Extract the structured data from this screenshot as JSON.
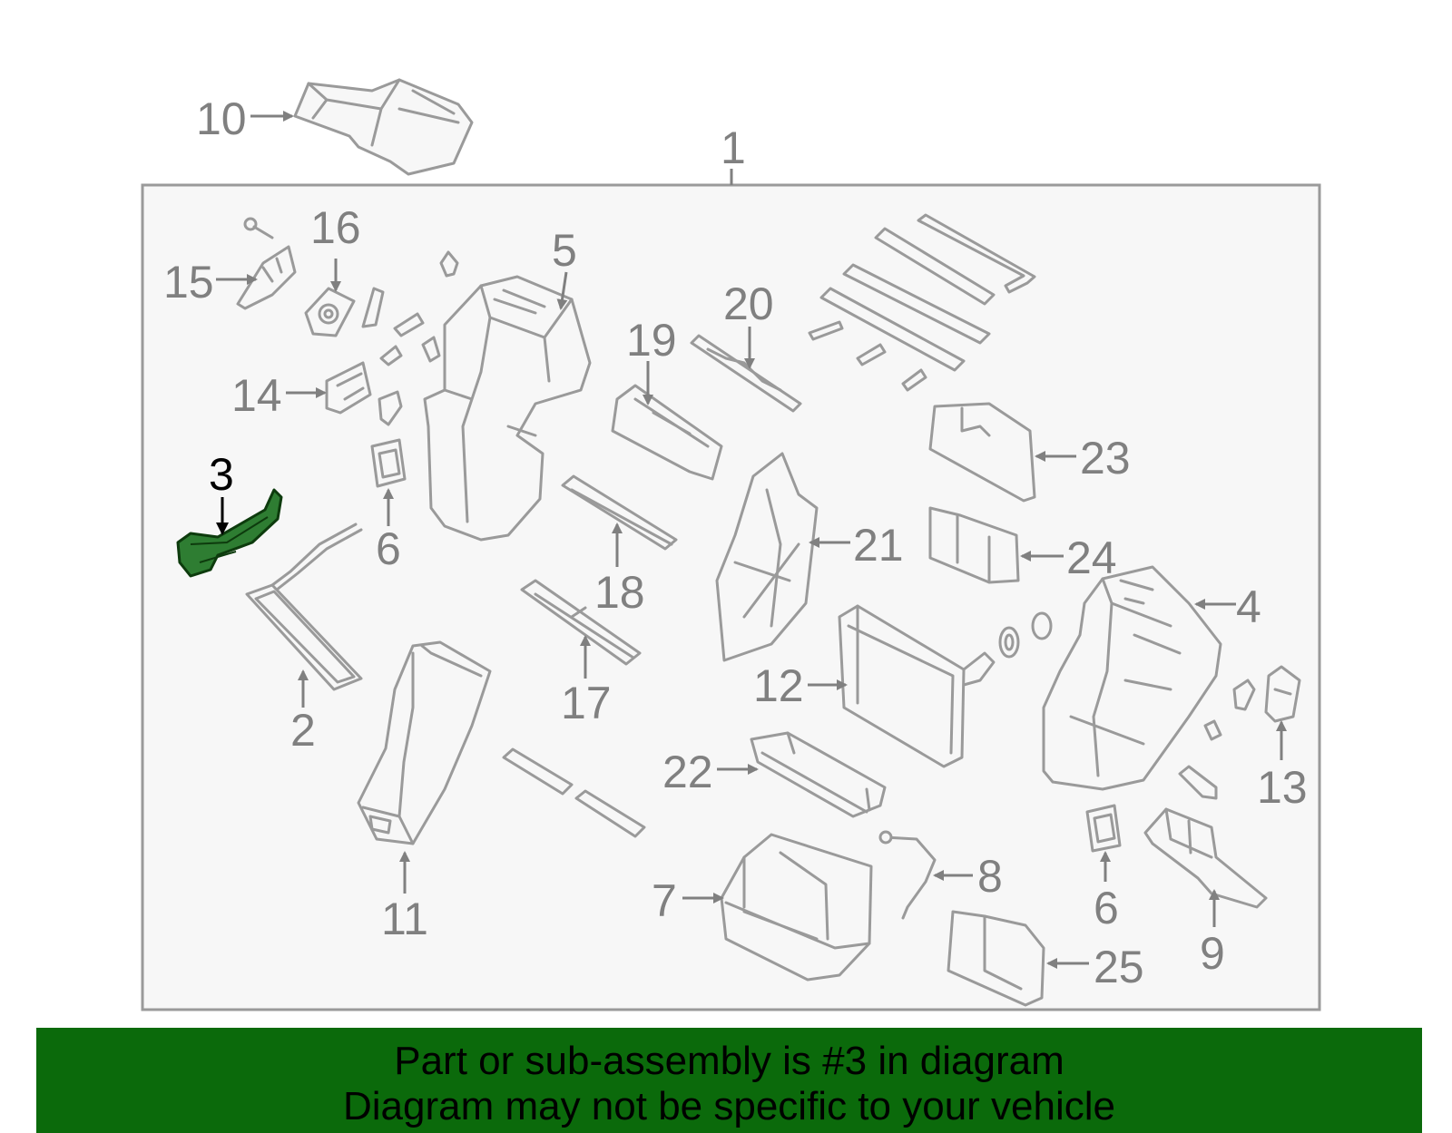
{
  "colors": {
    "highlight_part": "#2e7d32",
    "banner_background": "#0b6a0b",
    "callout_text": "#808080",
    "highlight_callout_text": "#000000",
    "part_stroke": "#9a9a9a",
    "frame_fill": "#f7f7f7"
  },
  "diagram": {
    "callouts": {
      "c1": "1",
      "c2": "2",
      "c3": "3",
      "c4": "4",
      "c5": "5",
      "c6a": "6",
      "c6b": "6",
      "c7": "7",
      "c8": "8",
      "c9": "9",
      "c10": "10",
      "c11": "11",
      "c12": "12",
      "c13": "13",
      "c14": "14",
      "c15": "15",
      "c16": "16",
      "c17": "17",
      "c18": "18",
      "c19": "19",
      "c20": "20",
      "c21": "21",
      "c22": "22",
      "c23": "23",
      "c24": "24",
      "c25": "25"
    },
    "highlighted_part": "3"
  },
  "banner": {
    "line1": "Part or sub-assembly is #3 in diagram",
    "line2": "Diagram may not be specific to your vehicle"
  }
}
